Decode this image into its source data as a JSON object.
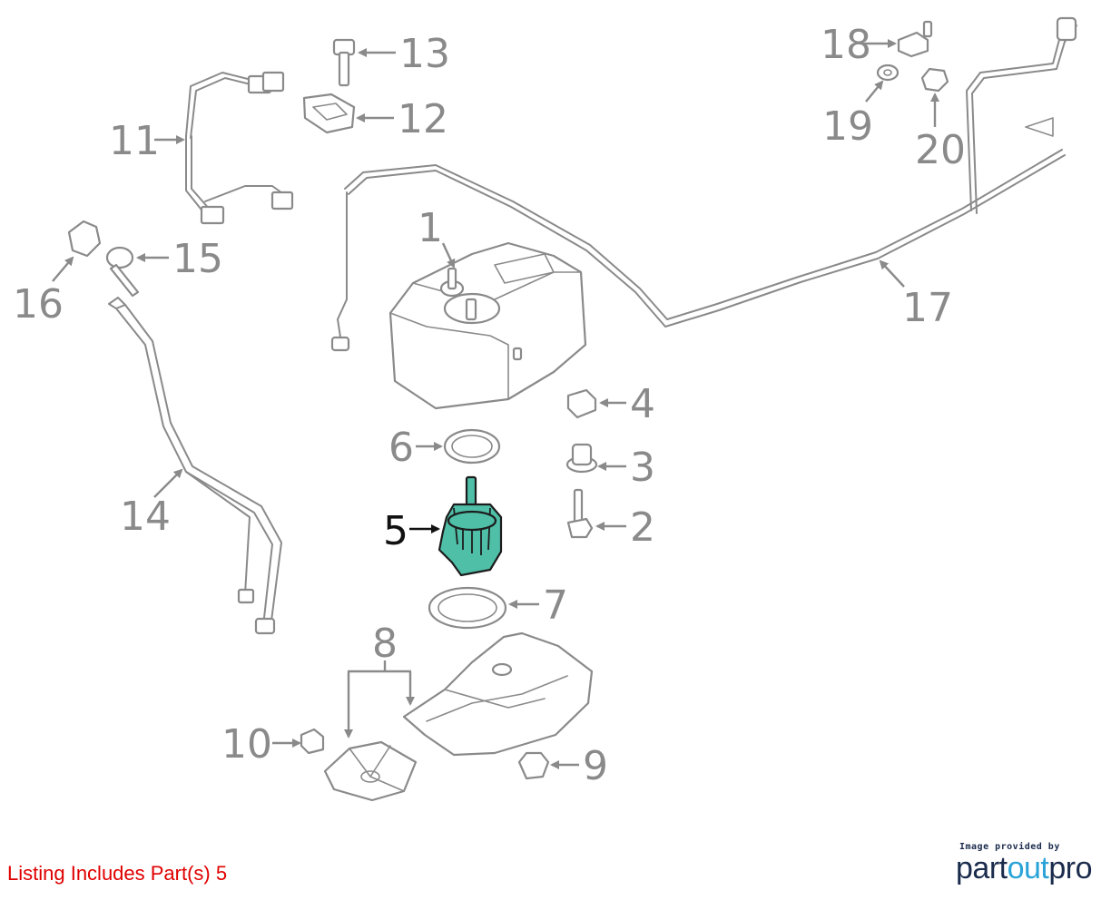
{
  "diagram": {
    "highlight_color": "#4fbfa8",
    "line_color": "#8a8a8a",
    "callouts": [
      {
        "id": "1",
        "text": "1",
        "highlighted": false
      },
      {
        "id": "2",
        "text": "2",
        "highlighted": false
      },
      {
        "id": "3",
        "text": "3",
        "highlighted": false
      },
      {
        "id": "4",
        "text": "4",
        "highlighted": false
      },
      {
        "id": "5",
        "text": "5",
        "highlighted": true
      },
      {
        "id": "6",
        "text": "6",
        "highlighted": false
      },
      {
        "id": "7",
        "text": "7",
        "highlighted": false
      },
      {
        "id": "8",
        "text": "8",
        "highlighted": false
      },
      {
        "id": "9",
        "text": "9",
        "highlighted": false
      },
      {
        "id": "10",
        "text": "10",
        "highlighted": false
      },
      {
        "id": "11",
        "text": "11",
        "highlighted": false
      },
      {
        "id": "12",
        "text": "12",
        "highlighted": false
      },
      {
        "id": "13",
        "text": "13",
        "highlighted": false
      },
      {
        "id": "14",
        "text": "14",
        "highlighted": false
      },
      {
        "id": "15",
        "text": "15",
        "highlighted": false
      },
      {
        "id": "16",
        "text": "16",
        "highlighted": false
      },
      {
        "id": "17",
        "text": "17",
        "highlighted": false
      },
      {
        "id": "18",
        "text": "18",
        "highlighted": false
      },
      {
        "id": "19",
        "text": "19",
        "highlighted": false
      },
      {
        "id": "20",
        "text": "20",
        "highlighted": false
      }
    ]
  },
  "footer": {
    "listing_note": "Listing Includes Part(s) 5",
    "listing_color": "#e00000",
    "credit_small": "Image provided by",
    "brand_part": "part",
    "brand_out": "out",
    "brand_pro": "pro",
    "brand_color": "#1a2b4c",
    "brand_accent": "#2aa3d8"
  }
}
